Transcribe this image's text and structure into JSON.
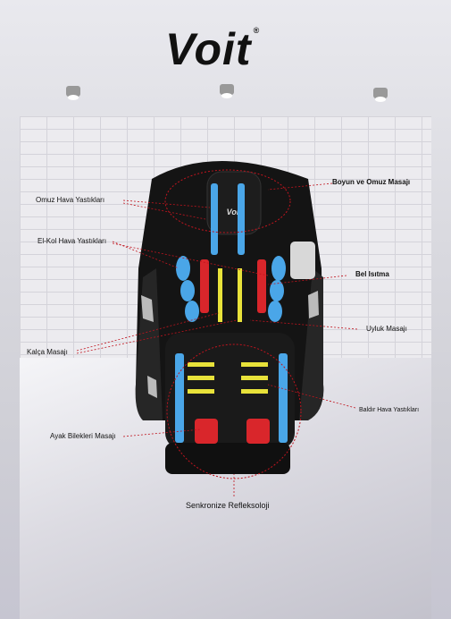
{
  "brand": {
    "name": "Voit",
    "mark": "®"
  },
  "callouts": {
    "boyun": "Boyun ve Omuz Masajı",
    "omuz": "Omuz Hava Yastıkları",
    "elkol": "El-Kol Hava Yastıkları",
    "bel": "Bel Isıtma",
    "uyluk": "Uyluk Masajı",
    "kalca": "Kalça Masajı",
    "baldir": "Baldır Hava Yastıkları",
    "ayak": "Ayak Bilekleri Masajı",
    "refleks": "Senkronize Refleksoloji"
  },
  "headrest_logo": "Voit",
  "colors": {
    "chair": "#141414",
    "airbag": "#4aa6e8",
    "heat": "#d9262b",
    "accent_line": "#c0141e",
    "roller": "#e8e23a"
  }
}
